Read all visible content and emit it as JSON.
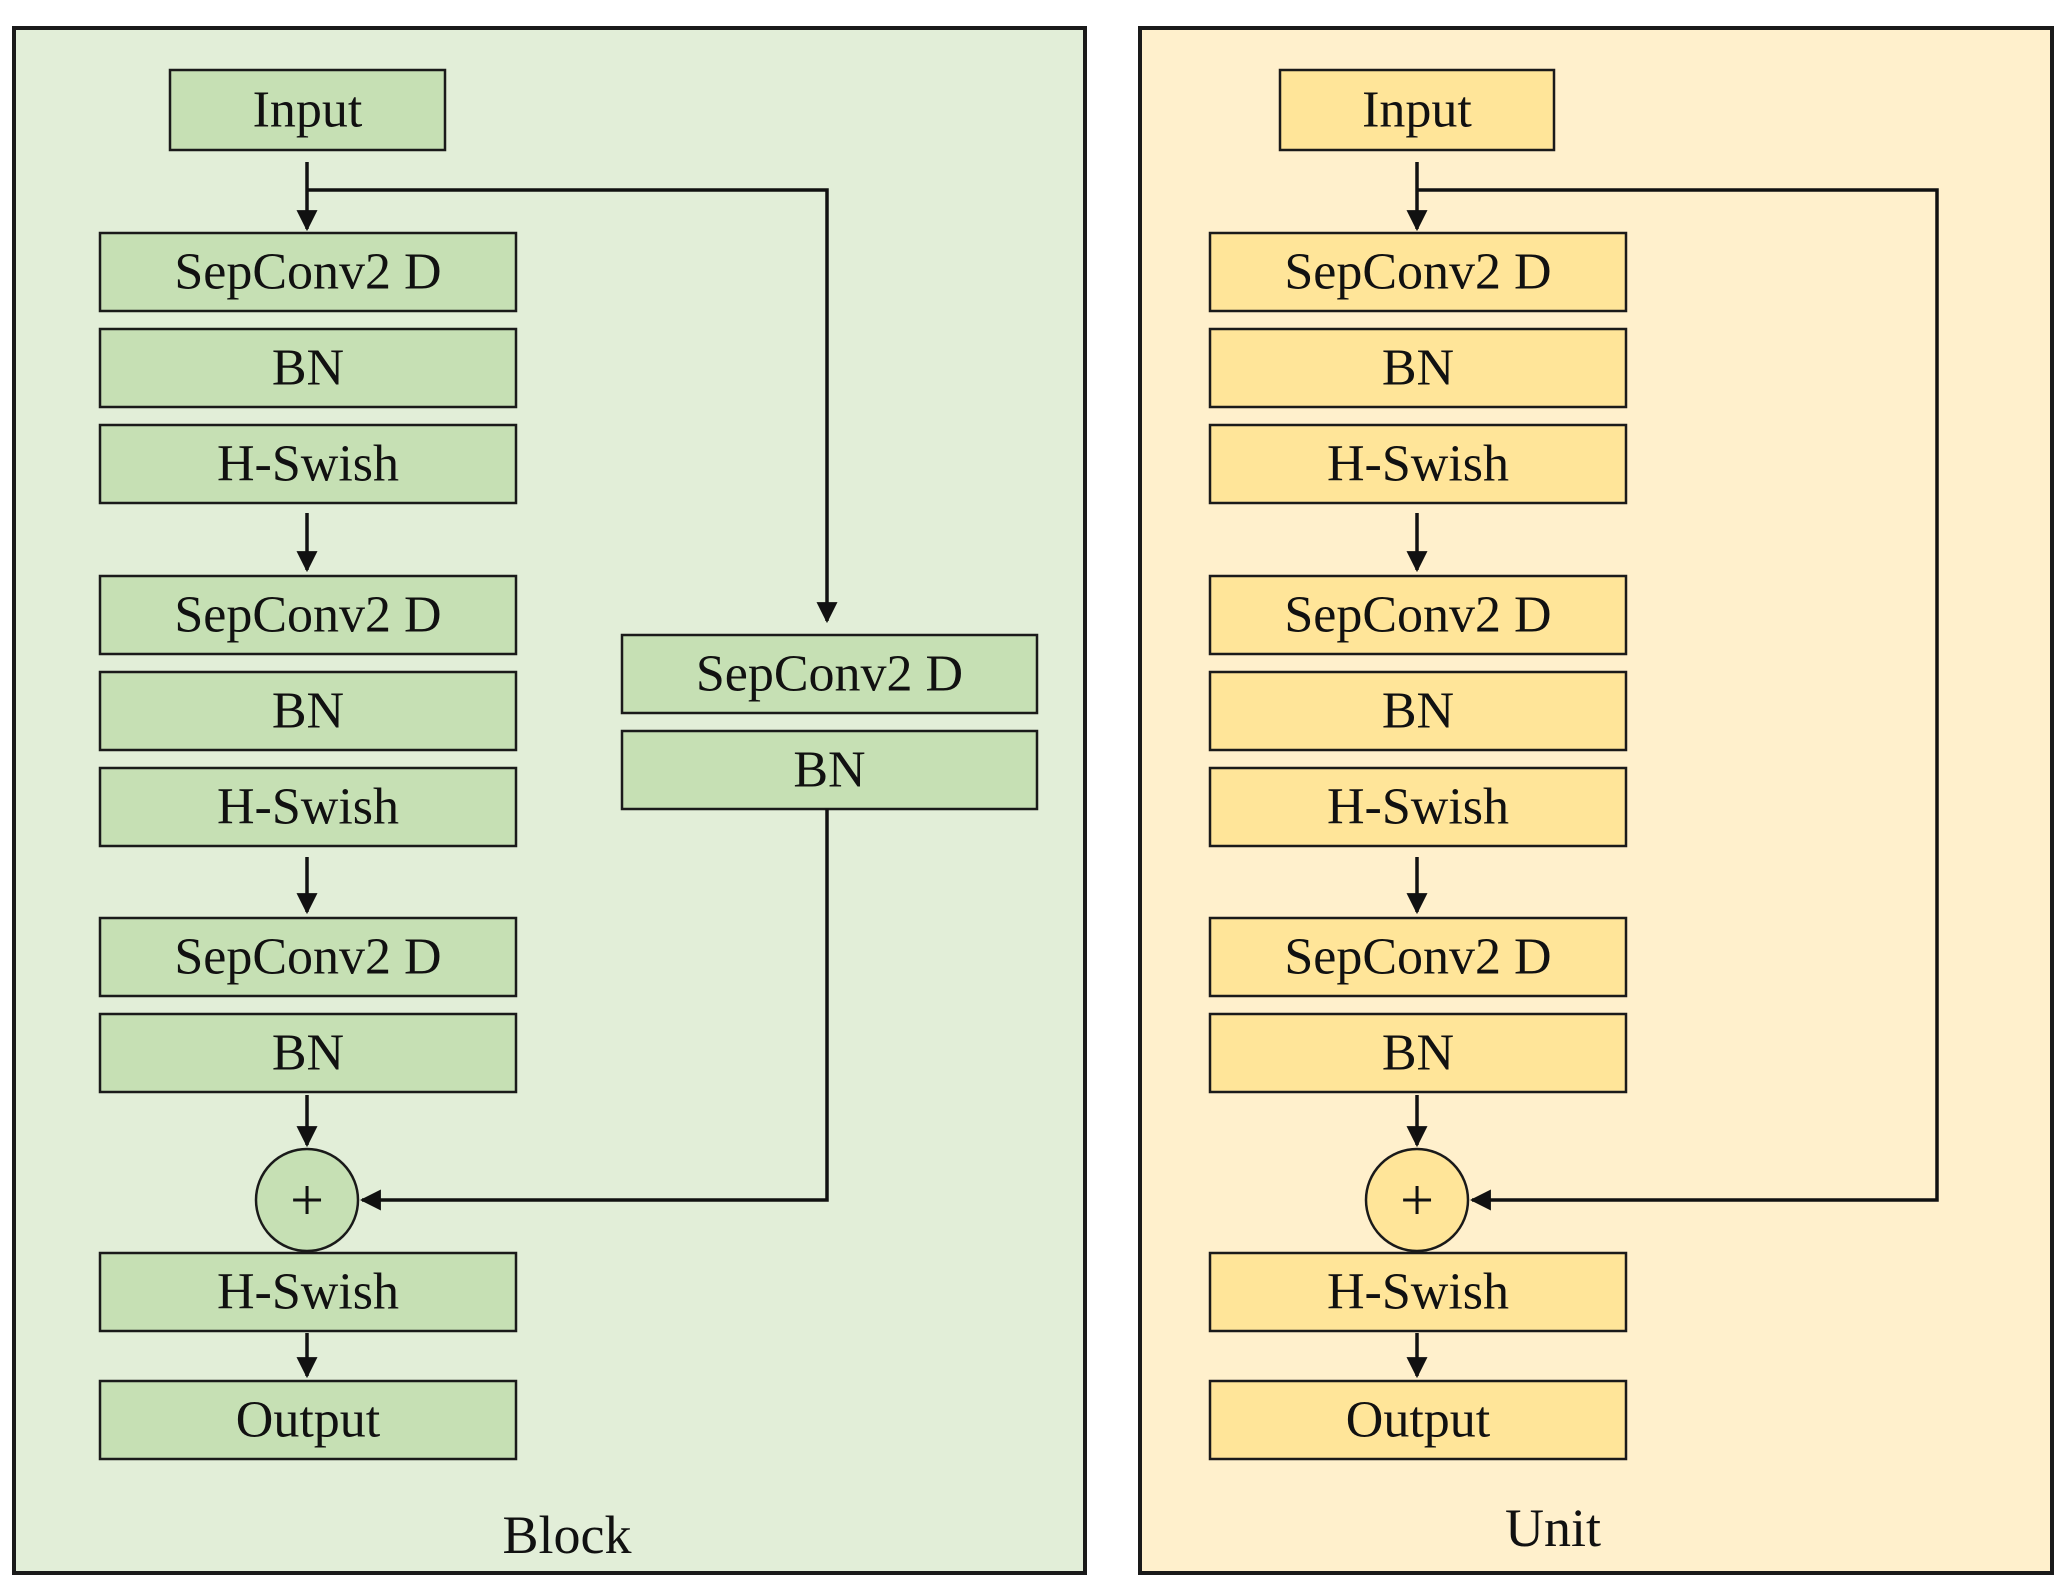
{
  "colors": {
    "block_panel_bg": "#e2eed8",
    "block_box_fill": "#c6e0b4",
    "unit_panel_bg": "#fff0cc",
    "unit_box_fill": "#ffe599",
    "stroke": "#1a1a1a"
  },
  "icons": {
    "add": "plus-circle-icon"
  },
  "block": {
    "caption": "Block",
    "input": "Input",
    "main_path": [
      "SepConv2 D",
      "BN",
      "H-Swish",
      "SepConv2 D",
      "BN",
      "H-Swish",
      "SepConv2 D",
      "BN"
    ],
    "shortcut": [
      "SepConv2 D",
      "BN"
    ],
    "add_symbol": "+",
    "post_add": "H-Swish",
    "output": "Output"
  },
  "unit": {
    "caption": "Unit",
    "input": "Input",
    "main_path": [
      "SepConv2 D",
      "BN",
      "H-Swish",
      "SepConv2 D",
      "BN",
      "H-Swish",
      "SepConv2 D",
      "BN"
    ],
    "add_symbol": "+",
    "post_add": "H-Swish",
    "output": "Output"
  }
}
